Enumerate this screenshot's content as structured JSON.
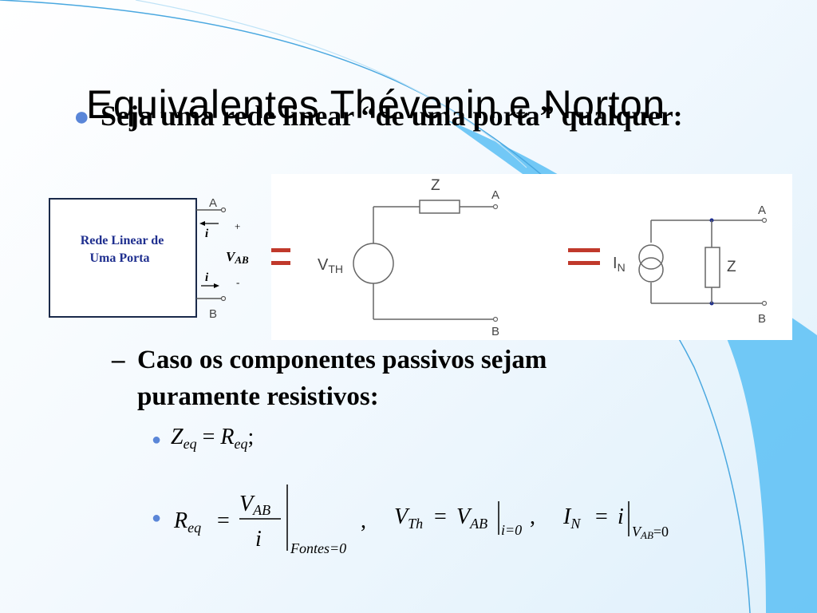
{
  "slide": {
    "title": "Equivalentes Thévenin e Norton",
    "bullet": "Seja uma rede linear “de uma porta” qualquer:",
    "sub_bullet": "Caso os componentes passivos sejam puramente resistivos:"
  },
  "circuit": {
    "box_label_line1": "Rede Linear de",
    "box_label_line2": "Uma Porta",
    "current_symbol": "i",
    "plus_sign": "+",
    "minus_sign": "-",
    "vab_main": "V",
    "vab_sub": "AB",
    "terminal_a": "A",
    "terminal_b": "B",
    "impedance_label": "Z",
    "vth_main": "V",
    "vth_sub": "TH",
    "in_main": "I",
    "in_sub": "N"
  },
  "equations": {
    "zeq": {
      "lhs_main": "Z",
      "lhs_sub": "eq",
      "eq": "=",
      "rhs_main": "R",
      "rhs_sub": "eq",
      "end": ";"
    },
    "req": {
      "lhs_main": "R",
      "lhs_sub": "eq",
      "eq": "=",
      "num_main": "V",
      "num_sub": "AB",
      "den": "i",
      "cond": "Fontes=0",
      "sep": ","
    },
    "vth": {
      "lhs_main": "V",
      "lhs_sub": "Th",
      "eq": "=",
      "rhs_main": "V",
      "rhs_sub": "AB",
      "cond": "i=0",
      "sep": ","
    },
    "in": {
      "lhs_main": "I",
      "lhs_sub": "N",
      "eq": "=",
      "rhs": "i",
      "cond": "V",
      "cond_sub": "AB",
      "cond_tail": "=0"
    }
  },
  "colors": {
    "bullet": "#5a86d8",
    "accent_blue": "#5bc0f5",
    "equal_sign_red": "#c0392b",
    "box_text": "#1f2f8f"
  }
}
